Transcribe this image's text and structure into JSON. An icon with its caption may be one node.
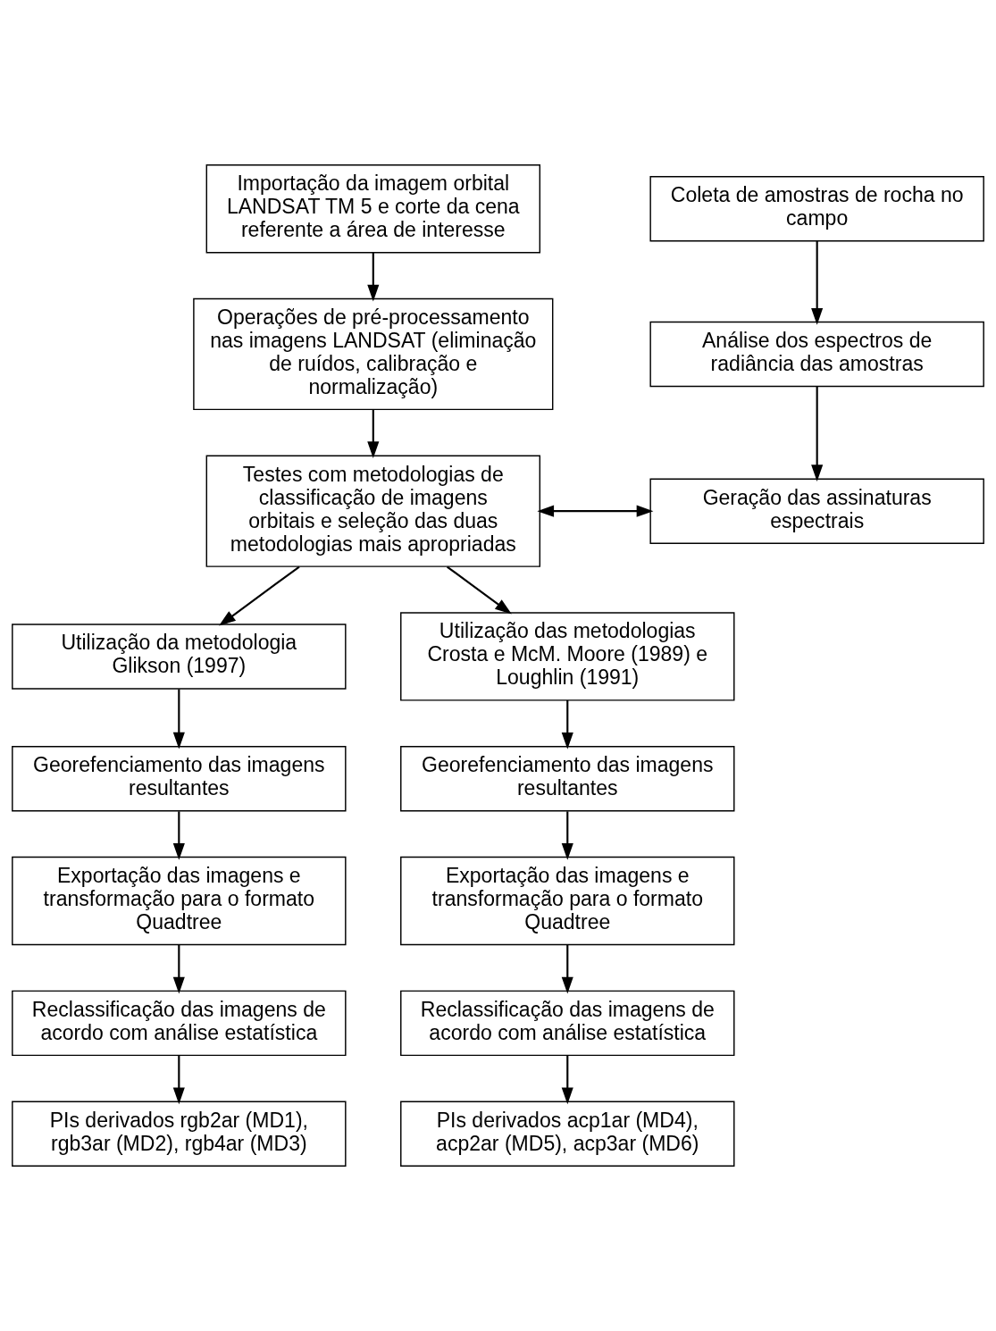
{
  "diagram": {
    "nodes": [
      {
        "text": [
          "Importação da imagem orbital LANDSAT TM 5 e corte da cena referente a área de interesse"
        ]
      },
      {
        "text": [
          "Coleta de amostras de rocha no campo"
        ]
      },
      {
        "text": [
          "Operações de pré-processamento nas imagens LANDSAT (eliminação de ruídos, calibração e normalização)"
        ]
      },
      {
        "text": [
          "Análise dos espectros de radiância das amostras"
        ]
      },
      {
        "text": [
          "Testes com metodologias de classificação de imagens orbitais e seleção das duas metodologias mais apropriadas"
        ]
      },
      {
        "text": [
          "Geração das assinaturas espectrais"
        ]
      },
      {
        "text": [
          "Utilização da metodologia Glikson (1997)"
        ]
      },
      {
        "text": [
          "Utilização das metodologias Crosta e McM. Moore (1989) e Loughlin (1991)"
        ]
      },
      {
        "text": [
          "Georefenciamento das imagens resultantes"
        ]
      },
      {
        "text": [
          "Georefenciamento das imagens resultantes"
        ]
      },
      {
        "text": [
          "Exportação das imagens e transformação para o formato Quadtree"
        ]
      },
      {
        "text": [
          "Exportação das imagens e transformação para o formato Quadtree"
        ]
      },
      {
        "text": [
          "Reclassificação das imagens de acordo com análise estatística"
        ]
      },
      {
        "text": [
          "Reclassificação das imagens de acordo com análise estatística"
        ]
      },
      {
        "text": [
          "PIs derivados rgb2ar (MD1), rgb3ar (MD2), rgb4ar (MD3)"
        ]
      },
      {
        "text": [
          "PIs derivados acp1ar (MD4), acp2ar (MD5), acp3ar (MD6)"
        ]
      }
    ],
    "edges": [
      {
        "from": 0,
        "to": 2,
        "arrow": "to"
      },
      {
        "from": 1,
        "to": 3,
        "arrow": "to"
      },
      {
        "from": 2,
        "to": 4,
        "arrow": "to"
      },
      {
        "from": 3,
        "to": 5,
        "arrow": "to"
      },
      {
        "from": 4,
        "to": 5,
        "arrow": "both"
      },
      {
        "from": 4,
        "to": 6,
        "arrow": "to"
      },
      {
        "from": 4,
        "to": 7,
        "arrow": "to"
      },
      {
        "from": 6,
        "to": 8,
        "arrow": "to"
      },
      {
        "from": 7,
        "to": 9,
        "arrow": "to"
      },
      {
        "from": 8,
        "to": 10,
        "arrow": "to"
      },
      {
        "from": 9,
        "to": 11,
        "arrow": "to"
      },
      {
        "from": 10,
        "to": 12,
        "arrow": "to"
      },
      {
        "from": 11,
        "to": 13,
        "arrow": "to"
      },
      {
        "from": 12,
        "to": 14,
        "arrow": "to"
      },
      {
        "from": 13,
        "to": 15,
        "arrow": "to"
      }
    ]
  }
}
